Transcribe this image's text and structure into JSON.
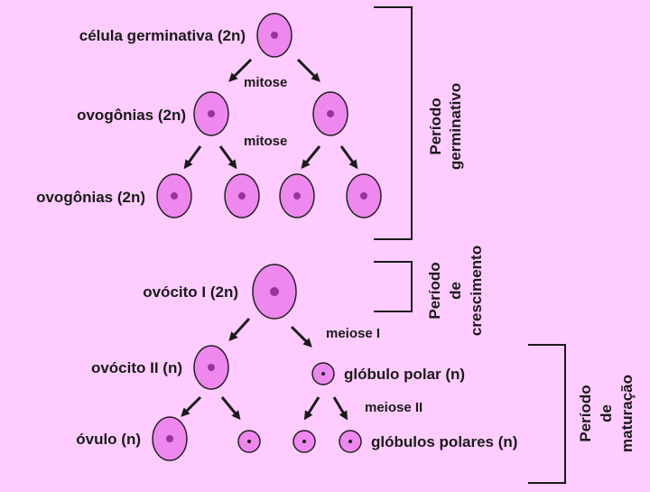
{
  "colors": {
    "background": "#ffccff",
    "cell_fill": "#ee88ee",
    "cell_stroke": "#222222",
    "nucleus": "#993399",
    "ink": "#1a1a1a"
  },
  "labels": {
    "germ_cell": "célula germinativa (2n)",
    "mitosis_1": "mitose",
    "oogonia_1": "ovogônias (2n)",
    "mitosis_2": "mitose",
    "oogonia_2": "ovogônias (2n)",
    "oocyte_1": "ovócito I (2n)",
    "meiosis_1": "meiose I",
    "oocyte_2": "ovócito II (n)",
    "polar_body": "glóbulo polar (n)",
    "meiosis_2": "meiose II",
    "ovum": "óvulo (n)",
    "polar_bodies": "glóbulos polares (n)"
  },
  "periods": {
    "germinative": {
      "line1": "Período",
      "line2": "germinativo"
    },
    "growth": {
      "line1": "Período",
      "line2": "de",
      "line3": "crescimento"
    },
    "maturation": {
      "line1": "Período",
      "line2": "de",
      "line3": "maturação"
    }
  }
}
